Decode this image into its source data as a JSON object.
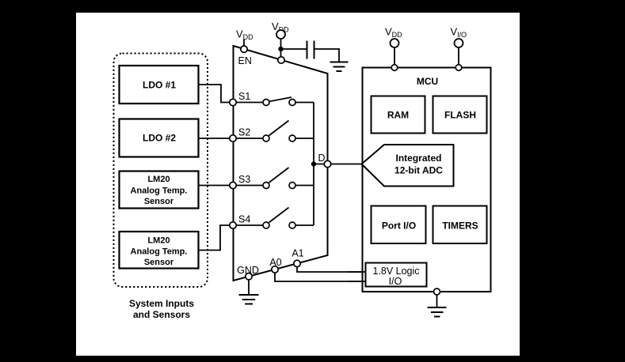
{
  "colors": {
    "canvas": "#000000",
    "paper": "#ffffff",
    "ink": "#000000"
  },
  "sensors_group": {
    "caption_line1": "System Inputs",
    "caption_line2": "and Sensors",
    "ldo1_label": "LDO #1",
    "ldo2_label": "LDO #2",
    "lm20a": [
      "LM20",
      "Analog Temp.",
      "Sensor"
    ],
    "lm20b": [
      "LM20",
      "Analog Temp.",
      "Sensor"
    ]
  },
  "mux": {
    "pin_en": "EN",
    "pin_s1": "S1",
    "pin_s2": "S2",
    "pin_s3": "S3",
    "pin_s4": "S4",
    "pin_d": "D",
    "pin_gnd": "GND",
    "pin_a0": "A0",
    "pin_a1": "A1",
    "vdd_en": {
      "v": "V",
      "sub": "DD"
    },
    "vdd_supply": {
      "v": "V",
      "sub": "DD"
    }
  },
  "mcu": {
    "title": "MCU",
    "supply_vdd": {
      "v": "V",
      "sub": "DD"
    },
    "supply_vio": {
      "v": "V",
      "sub": "I/O"
    },
    "ram": "RAM",
    "flash": "FLASH",
    "adc_line1": "Integrated",
    "adc_line2": "12-bit ADC",
    "port_io": "Port I/O",
    "timers": "TIMERS",
    "logic_line1": "1.8V Logic",
    "logic_line2": "I/O"
  }
}
